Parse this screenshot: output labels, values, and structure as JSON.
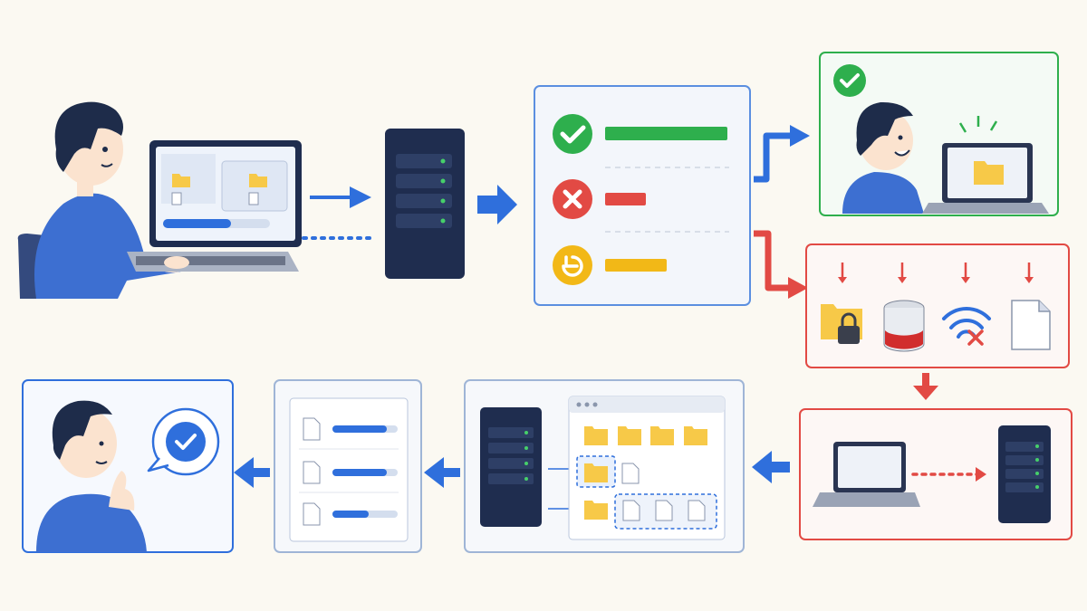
{
  "colors": {
    "background": "#fbf9f2",
    "primary_blue": "#2f6fdc",
    "success_green": "#2eaf4d",
    "error_red": "#e24a44",
    "pending_yellow": "#f2b817",
    "server_navy": "#1f2d4f",
    "shirt_blue": "#3d6fd1",
    "hair": "#1e2c4a",
    "skin": "#fbe3cf",
    "folder_yellow": "#f7c948"
  },
  "diagram": {
    "title": "",
    "nodes": [
      {
        "id": "user-upload",
        "description_icon": "person-with-laptop-icon",
        "status": "working"
      },
      {
        "id": "server",
        "description_icon": "server-icon"
      },
      {
        "id": "result-panel",
        "rows": [
          "success",
          "error",
          "pending"
        ]
      },
      {
        "id": "success-panel",
        "status": "success"
      },
      {
        "id": "failure-causes",
        "status": "error",
        "causes": [
          "folder-lock-icon",
          "storage-full-icon",
          "wifi-off-icon",
          "blank-file-icon"
        ]
      },
      {
        "id": "retry-panel",
        "status": "error"
      },
      {
        "id": "server-browse-panel"
      },
      {
        "id": "file-list-panel",
        "items": 3
      },
      {
        "id": "user-confirm",
        "status": "success"
      }
    ],
    "edges": [
      {
        "from": "user-upload",
        "to": "server",
        "style": "solid"
      },
      {
        "from": "user-upload",
        "to": "server",
        "style": "dotted"
      },
      {
        "from": "server",
        "to": "result-panel",
        "style": "solid"
      },
      {
        "from": "result-panel",
        "to": "success-panel",
        "style": "solid",
        "color": "blue"
      },
      {
        "from": "result-panel",
        "to": "failure-causes",
        "style": "solid",
        "color": "red"
      },
      {
        "from": "failure-causes",
        "to": "retry-panel",
        "style": "solid",
        "color": "red"
      },
      {
        "from": "retry-panel",
        "to": "server-browse-panel",
        "style": "solid"
      },
      {
        "from": "server-browse-panel",
        "to": "file-list-panel",
        "style": "solid"
      },
      {
        "from": "file-list-panel",
        "to": "user-confirm",
        "style": "solid"
      }
    ]
  }
}
